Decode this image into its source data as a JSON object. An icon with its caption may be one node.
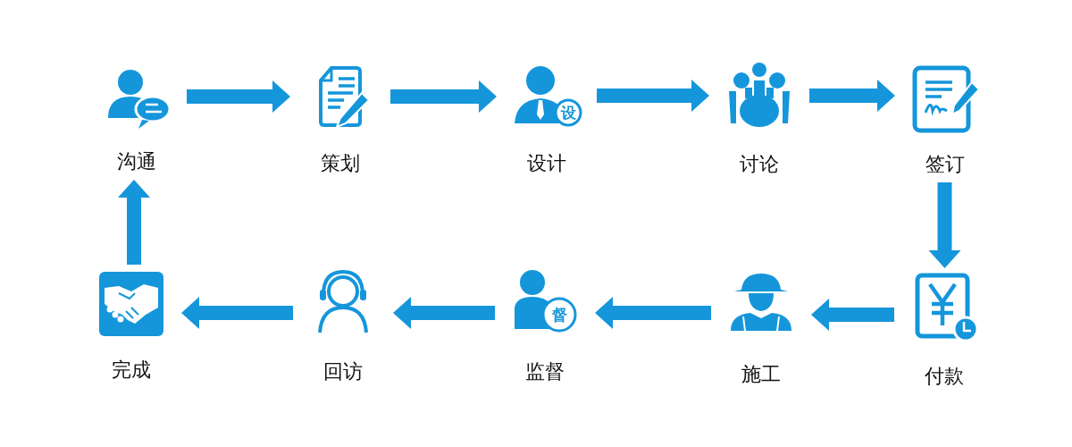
{
  "diagram": {
    "nodes": [
      {
        "text": [
          "沟通"
        ]
      },
      {
        "text": [
          "策划"
        ]
      },
      {
        "text": [
          "设计"
        ]
      },
      {
        "text": [
          "讨论"
        ]
      },
      {
        "text": [
          "签订"
        ]
      },
      {
        "text": [
          "付款"
        ]
      },
      {
        "text": [
          "施工"
        ]
      },
      {
        "text": [
          "监督"
        ]
      },
      {
        "text": [
          "回访"
        ]
      },
      {
        "text": [
          "完成"
        ]
      }
    ],
    "edges": [
      {
        "from": 0,
        "to": 1,
        "arrow": "to"
      },
      {
        "from": 1,
        "to": 2,
        "arrow": "to"
      },
      {
        "from": 2,
        "to": 3,
        "arrow": "to"
      },
      {
        "from": 3,
        "to": 4,
        "arrow": "to"
      },
      {
        "from": 4,
        "to": 5,
        "arrow": "to"
      },
      {
        "from": 5,
        "to": 6,
        "arrow": "to"
      },
      {
        "from": 6,
        "to": 7,
        "arrow": "to"
      },
      {
        "from": 7,
        "to": 8,
        "arrow": "to"
      },
      {
        "from": 8,
        "to": 9,
        "arrow": "to"
      },
      {
        "from": 9,
        "to": 0,
        "arrow": "to"
      }
    ],
    "labels": [
      "设",
      "督"
    ]
  }
}
